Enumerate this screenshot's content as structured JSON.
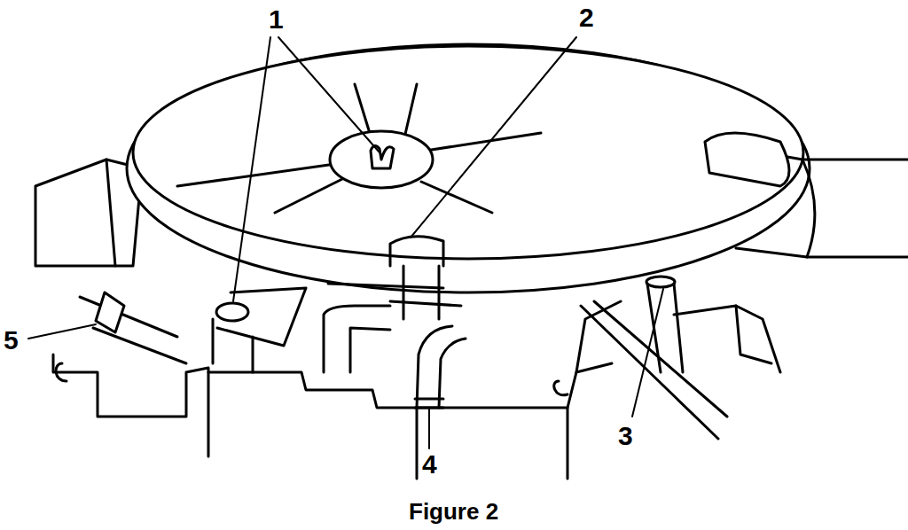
{
  "diagram": {
    "caption": "Figure 2",
    "labels": [
      "1",
      "2",
      "3",
      "4",
      "5"
    ]
  }
}
